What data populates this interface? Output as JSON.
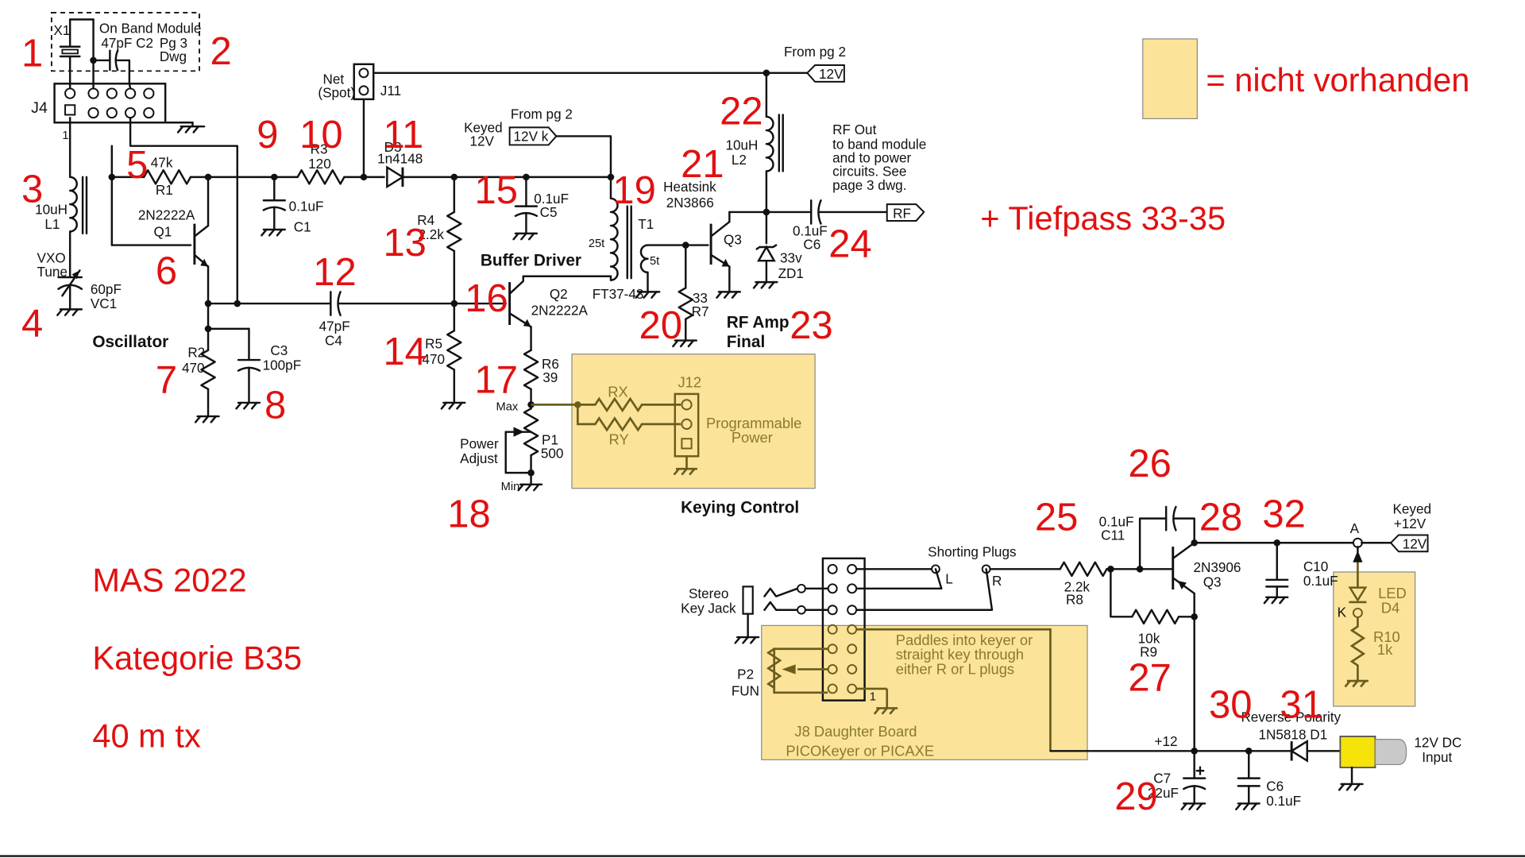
{
  "markers": [
    "1",
    "2",
    "3",
    "4",
    "5",
    "6",
    "7",
    "8",
    "9",
    "10",
    "11",
    "12",
    "13",
    "14",
    "15",
    "16",
    "17",
    "18",
    "19",
    "20",
    "21",
    "22",
    "23",
    "24",
    "25",
    "26",
    "27",
    "28",
    "29",
    "30",
    "31",
    "32"
  ],
  "notes": {
    "legend_text": "= nicht vorhanden",
    "lowpass": "+ Tiefpass 33-35",
    "event": "MAS 2022",
    "category": "Kategorie B35",
    "band": "40 m tx"
  },
  "headers": {
    "oscillator": "Oscillator",
    "buffer_driver": "Buffer Driver",
    "rf_amp_line1": "RF Amp",
    "rf_amp_line2": "Final",
    "keying_control": "Keying Control"
  },
  "labels": {
    "x1": "X1",
    "on_band_module": "On Band Module",
    "c2_val": "47pF C2",
    "pg3": "Pg 3",
    "dwg": "Dwg",
    "j4": "J4",
    "j4_pin": "1",
    "l1_val": "10uH",
    "l1": "L1",
    "vxo": "VXO",
    "tune": "Tune",
    "vc1_val": "60pF",
    "vc1": "VC1",
    "r1_val": "47k",
    "r1": "R1",
    "q1_type": "2N2222A",
    "q1": "Q1",
    "r2": "R2",
    "r2_val": "470",
    "c3": "C3",
    "c3_val": "100pF",
    "c1_val": "0.1uF",
    "c1": "C1",
    "net": "Net",
    "spot": "(Spot)",
    "j11": "J11",
    "r3": "R3",
    "r3_val": "120",
    "d3": "D3",
    "d3_type": "1n4148",
    "keyed": "Keyed",
    "keyed_12v": "12V",
    "from_pg2_a": "From pg 2",
    "tag_12vk": "12V k",
    "c5_val": "0.1uF",
    "c5": "C5",
    "r4": "R4",
    "r4_val": "2.2k",
    "c4_val": "47pF",
    "c4": "C4",
    "r5": "R5",
    "r5_val": "470",
    "q2": "Q2",
    "q2_type": "2N2222A",
    "t1": "T1",
    "t1_25t": "25t",
    "t1_5t": "5t",
    "ft37": "FT37-43",
    "r6": "R6",
    "r6_val": "39",
    "max": "Max",
    "min": "Min",
    "power": "Power",
    "adjust": "Adjust",
    "p1": "P1",
    "p1_val": "500",
    "rx": "RX",
    "ry": "RY",
    "j12": "J12",
    "programmable": "Programmable",
    "power2": "Power",
    "from_pg2_b": "From pg 2",
    "tag_12v_top": "12V",
    "l2_val": "10uH",
    "l2": "L2",
    "heatsink": "Heatsink",
    "q3_type": "2N3866",
    "q3": "Q3",
    "r7_val": "33",
    "r7": "R7",
    "rf_out_1": "RF Out",
    "rf_out_2": "to band module",
    "rf_out_3": "and to power",
    "rf_out_4": "circuits.  See",
    "rf_out_5": "page 3 dwg.",
    "c6_val": "0.1uF",
    "c6": "C6",
    "tag_rf": "RF",
    "zd1_val": "33v",
    "zd1": "ZD1",
    "shorting_plugs": "Shorting Plugs",
    "plug_l": "L",
    "plug_r": "R",
    "stereo": "Stereo",
    "key_jack": "Key Jack",
    "paddles_1": "Paddles into keyer or",
    "paddles_2": "straight key through",
    "paddles_3": "either R or L plugs",
    "j8_pin": "1",
    "p2": "P2",
    "fun": "FUN",
    "j8": "J8 Daughter Board",
    "picokeyer": "PICOKeyer or PICAXE",
    "c11_val": "0.1uF",
    "c11": "C11",
    "r8_val": "2.2k",
    "r8": "R8",
    "r9_val": "10k",
    "r9": "R9",
    "q3b_type": "2N3906",
    "q3b": "Q3",
    "c10": "C10",
    "c10_val": "0.1uF",
    "node_a": "A",
    "keyed2": "Keyed",
    "keyed2_12v": "+12V",
    "tag_12v_keyed": "12V",
    "led": "LED",
    "d4": "D4",
    "led_k": "K",
    "r10": "R10",
    "r10_val": "1k",
    "plus12": "+12",
    "reverse_polarity": "Reverse Polarity",
    "d1": "1N5818 D1",
    "dc_in_1": "12V DC",
    "dc_in_2": "Input",
    "c7": "C7",
    "c7_val": "22uF",
    "c6b": "C6",
    "c6b_val": "0.1uF",
    "c7_plus": "+"
  }
}
